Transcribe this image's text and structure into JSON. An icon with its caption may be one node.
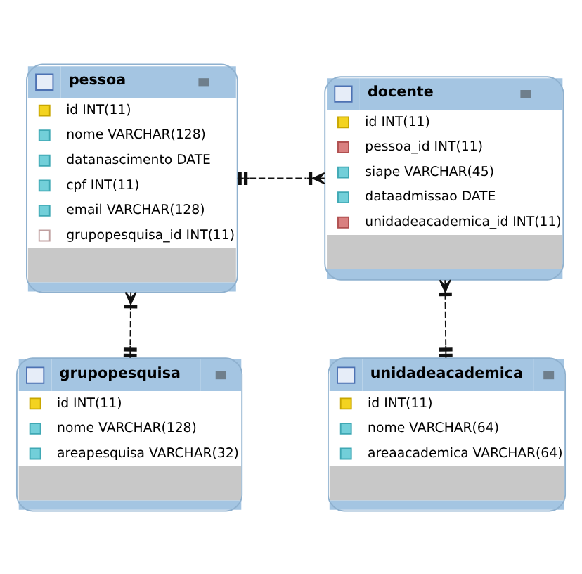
{
  "diagram": {
    "nodes": [
      {
        "text": [
          "pessoa",
          "id INT(11)",
          "nome VARCHAR(128)",
          "datanascimento DATE",
          "cpf INT(11)",
          "email VARCHAR(128)",
          "grupopesquisa_id INT(11)"
        ]
      },
      {
        "text": [
          "docente",
          "id INT(11)",
          "pessoa_id INT(11)",
          "siape VARCHAR(45)",
          "dataadmissao DATE",
          "unidadeacademica_id INT(11)"
        ]
      },
      {
        "text": [
          "grupopesquisa",
          "id INT(11)",
          "nome VARCHAR(128)",
          "areapesquisa VARCHAR(32)"
        ]
      },
      {
        "text": [
          "unidadeacademica",
          "id INT(11)",
          "nome VARCHAR(64)",
          "areaacademica VARCHAR(64)"
        ]
      }
    ],
    "edges": [
      {
        "from": 0,
        "to": 1,
        "arrow": "other",
        "style": "dashed"
      },
      {
        "from": 2,
        "to": 0,
        "arrow": "other",
        "style": "dashed"
      },
      {
        "from": 3,
        "to": 1,
        "arrow": "other",
        "style": "dashed"
      }
    ]
  }
}
